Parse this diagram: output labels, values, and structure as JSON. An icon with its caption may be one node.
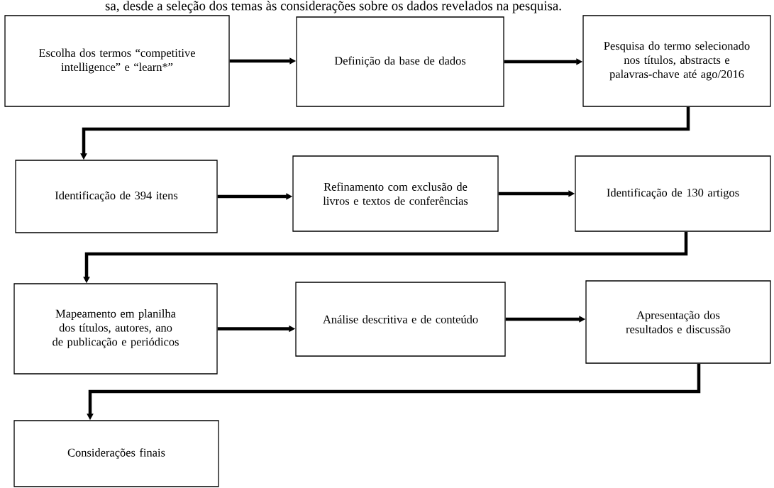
{
  "diagram": {
    "nodes": [
      {
        "text": [
          "Escolha dos termos “competitive intelligence” e “learn*”"
        ]
      },
      {
        "text": [
          "Definição da base de dados"
        ]
      },
      {
        "text": [
          "Pesquisa do termo selecionado nos títulos, abstracts e palavras-chave até ago/2016"
        ]
      },
      {
        "text": [
          "Identificação de 394 itens"
        ]
      },
      {
        "text": [
          "Refinamento com exclusão de livros e textos de conferências"
        ]
      },
      {
        "text": [
          "Identificação de 130 artigos"
        ]
      },
      {
        "text": [
          "Mapeamento em planilha dos títulos, autores, ano de publicação e periódicos"
        ]
      },
      {
        "text": [
          "Análise descritiva e de conteúdo"
        ]
      },
      {
        "text": [
          "Apresentação dos resultados e discussão"
        ]
      },
      {
        "text": [
          "Considerações finais"
        ]
      }
    ],
    "edges": [
      {
        "from": 0,
        "to": 1,
        "arrow": "to"
      },
      {
        "from": 1,
        "to": 2,
        "arrow": "to"
      },
      {
        "from": 2,
        "to": 3,
        "arrow": "to"
      },
      {
        "from": 3,
        "to": 4,
        "arrow": "to"
      },
      {
        "from": 4,
        "to": 5,
        "arrow": "to"
      },
      {
        "from": 5,
        "to": 6,
        "arrow": "to"
      },
      {
        "from": 6,
        "to": 7,
        "arrow": "to"
      },
      {
        "from": 7,
        "to": 8,
        "arrow": "to"
      },
      {
        "from": 8,
        "to": 9,
        "arrow": "to"
      }
    ],
    "labels": [
      "sa, desde a seleção dos temas às considerações sobre os dados revelados na pesquisa."
    ]
  }
}
